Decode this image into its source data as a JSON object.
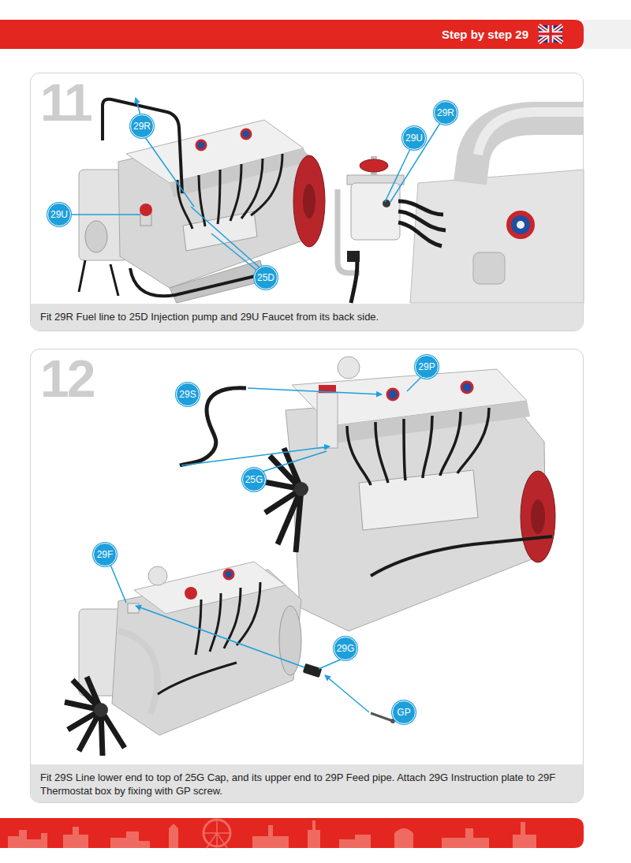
{
  "diagram": {
    "title": "Step by step 29",
    "nodes": [
      {
        "text": [
          "11"
        ]
      },
      {
        "text": [
          "29R"
        ],
        "in": 0
      },
      {
        "text": [
          "29R"
        ],
        "in": 0
      },
      {
        "text": [
          "29U"
        ],
        "in": 0
      },
      {
        "text": [
          "29U"
        ],
        "in": 0
      },
      {
        "text": [
          "25D"
        ],
        "in": 0
      },
      {
        "text": [
          "Fit 29R Fuel line to 25D Injection pump and 29U Faucet from its back side."
        ],
        "in": 0
      },
      {
        "text": [
          "12"
        ]
      },
      {
        "text": [
          "29P"
        ],
        "in": 7
      },
      {
        "text": [
          "29S"
        ],
        "in": 7
      },
      {
        "text": [
          "25G"
        ],
        "in": 7
      },
      {
        "text": [
          "29F"
        ],
        "in": 7
      },
      {
        "text": [
          "29G"
        ],
        "in": 7
      },
      {
        "text": [
          "GP"
        ],
        "in": 7
      },
      {
        "text": [
          "Fit 29S Line lower end to top of 25G Cap, and its upper end to 29P Feed pipe. Attach 29G Instruction plate to 29F Thermostat box by fixing with GP screw."
        ],
        "in": 7
      }
    ]
  }
}
